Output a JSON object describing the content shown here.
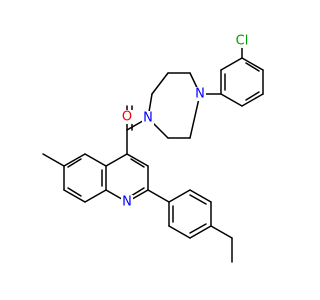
{
  "colors": {
    "background": "#ffffff",
    "bond": "#000000",
    "carbon": "#000000",
    "nitrogen": "#0000ff",
    "oxygen": "#ff0000",
    "chlorine": "#00a000"
  },
  "atoms": {
    "chlorine": "Cl",
    "carbonyl_oxygen": "O",
    "piperazine_n_aryl": "N",
    "piperazine_n_amide": "N",
    "quinoline_n": "N"
  }
}
